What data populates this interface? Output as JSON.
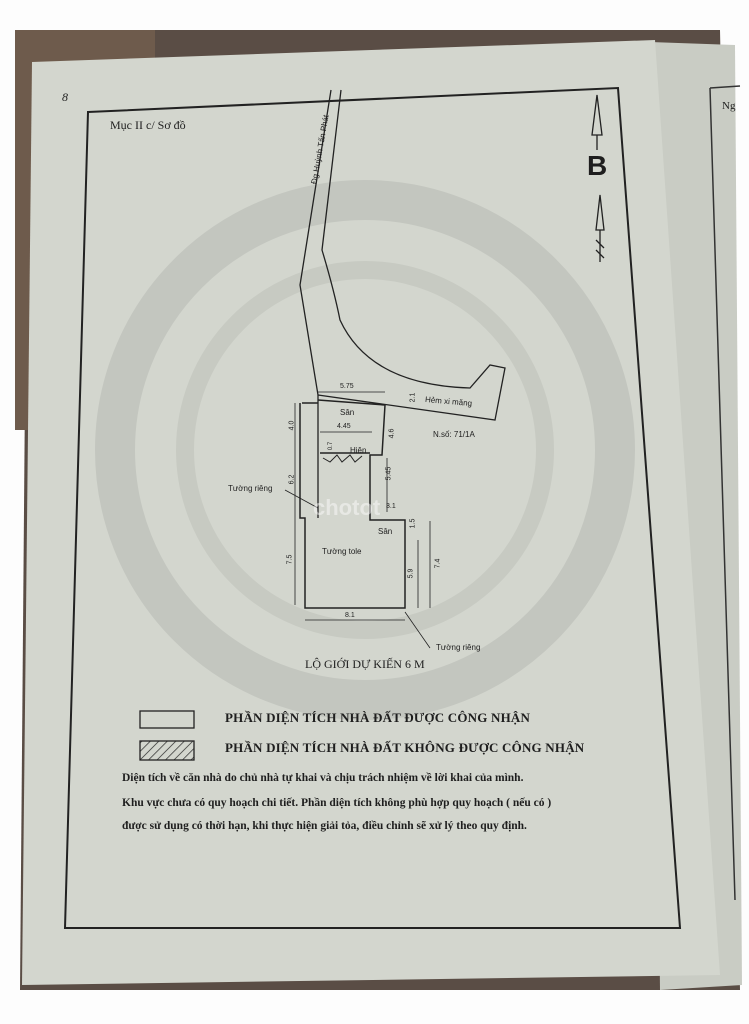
{
  "section_title": "Mục II c/ Sơ đồ",
  "north_label": "B",
  "corner_partial": "Ng",
  "page_mark": "8",
  "plan": {
    "road": "Đg Huỳnh Tấn Phát",
    "alley": "Hẻm xi măng",
    "house_number": "N.số: 71/1A",
    "labels": {
      "yard_top": "Sân",
      "porch": "Hiên",
      "yard_small": "Sân",
      "tin_wall": "Tường tole",
      "private_wall_left": "Tường riêng",
      "private_wall_bottom": "Tường riêng"
    },
    "dimensions": {
      "top_width": "5.75",
      "alley_width": "2.1",
      "left_upper": "4.0",
      "inner_width": "4.45",
      "diag": "4.6",
      "porch": "0.7",
      "left_mid": "6.2",
      "right_mid": "5.45",
      "step": "3.1",
      "small": "1.5",
      "left_lower": "7.5",
      "right_lower": "7.4",
      "inner_lower": "5.9",
      "bottom_width": "8.1"
    },
    "setback": "LỘ GIỚI DỰ KIẾN 6 M"
  },
  "legend": [
    {
      "label": "PHẦN DIỆN TÍCH NHÀ ĐẤT ĐƯỢC CÔNG NHẬN",
      "hatched": false
    },
    {
      "label": "PHẦN DIỆN TÍCH NHÀ ĐẤT KHÔNG ĐƯỢC CÔNG NHẬN",
      "hatched": true
    }
  ],
  "notes": [
    "Diện tích về căn nhà do chủ nhà tự khai và chịu trách nhiệm về lời khai của mình.",
    "Khu vực chưa có quy hoạch chi tiết. Phần diện tích không phù hợp quy hoạch ( nếu có )",
    "được sử dụng có thời hạn, khi thực hiện giải tỏa, điều chỉnh sẽ xử lý theo quy định."
  ],
  "watermark": "chotot"
}
